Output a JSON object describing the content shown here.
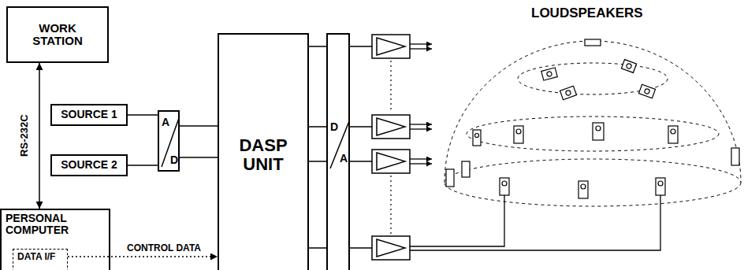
{
  "diagram": {
    "nodes": [
      {
        "text": [
          "WORK STATION"
        ]
      },
      {
        "text": [
          "SOURCE 1"
        ]
      },
      {
        "text": [
          "SOURCE 2"
        ]
      },
      {
        "text": [
          "A",
          "D"
        ]
      },
      {
        "text": [
          "DASP UNIT"
        ]
      },
      {
        "text": [
          "D",
          "A"
        ]
      },
      {
        "text": [
          "PERSONAL COMPUTER"
        ]
      },
      {
        "text": [
          "DATA I/F"
        ],
        "in": 6
      }
    ],
    "edges": [
      {
        "from": 0,
        "to": 6,
        "label": "RS-232C",
        "arrow": "both"
      },
      {
        "from": 1,
        "to": 3,
        "arrow": "none"
      },
      {
        "from": 2,
        "to": 3,
        "arrow": "none"
      },
      {
        "from": 3,
        "to": 4,
        "arrow": "none"
      },
      {
        "from": 3,
        "to": 4,
        "arrow": "none"
      },
      {
        "from": 4,
        "to": 5,
        "arrow": "none"
      },
      {
        "from": 4,
        "to": 5,
        "arrow": "none"
      },
      {
        "from": 4,
        "to": 5,
        "arrow": "none"
      },
      {
        "from": 4,
        "to": 5,
        "arrow": "none"
      },
      {
        "from": 7,
        "to": 4,
        "label": "CONTROL DATA",
        "arrow": "to"
      }
    ],
    "labels": [
      "LOUDSPEAKERS"
    ]
  }
}
